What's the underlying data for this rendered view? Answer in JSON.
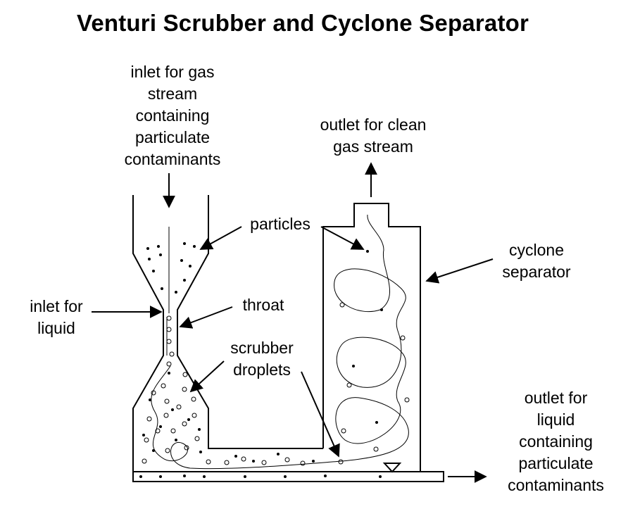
{
  "title": "Venturi Scrubber and Cyclone Separator",
  "labels": {
    "gas_inlet": [
      "inlet for gas",
      "stream",
      "containing",
      "particulate",
      "contaminants"
    ],
    "clean_outlet": [
      "outlet for clean",
      "gas stream"
    ],
    "particles": "particles",
    "cyclone": [
      "cyclone",
      "separator"
    ],
    "liquid_inlet": [
      "inlet for",
      "liquid"
    ],
    "throat": "throat",
    "droplets": [
      "scrubber",
      "droplets"
    ],
    "liquid_outlet": [
      "outlet for",
      "liquid",
      "containing",
      "particulate",
      "contaminants"
    ]
  }
}
